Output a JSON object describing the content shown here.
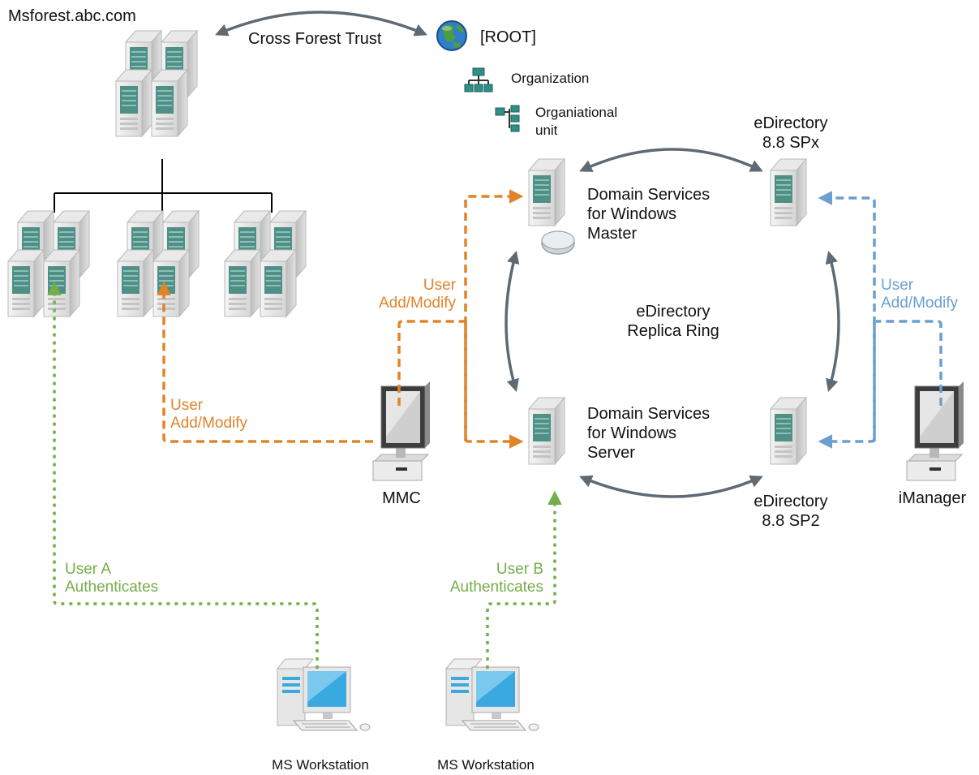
{
  "colors": {
    "orange": "#e0842a",
    "blue": "#6a9fd0",
    "green": "#74ad4a",
    "ring_arrow": "#5f6a72",
    "server_teal": "#4f8f86",
    "workstation_blue": "#3aa9e0"
  },
  "forest": {
    "name": "Msforest.abc.com",
    "trust_label": "Cross Forest Trust"
  },
  "tree": {
    "root_label": "[ROOT]",
    "organization_label": "Organization",
    "ou_label_line1": "Organiational",
    "ou_label_line2": "unit"
  },
  "servers": {
    "master_line1": "Domain Services",
    "master_line2": "for Windows",
    "master_line3": "Master",
    "server_line1": "Domain Services",
    "server_line2": "for Windows",
    "server_line3": "Server",
    "spx_line1": "eDirectory",
    "spx_line2": "8.8 SPx",
    "sp2_line1": "eDirectory",
    "sp2_line2": "8.8 SP2"
  },
  "ring": {
    "line1": "eDirectory",
    "line2": "Replica Ring"
  },
  "clients": {
    "mmc_label": "MMC",
    "imanager_label": "iManager",
    "workstation_a_label": "MS Workstation",
    "workstation_b_label": "MS Workstation"
  },
  "flows": {
    "mmc_user_line1": "User",
    "mmc_user_line2": "Add/Modify",
    "mmc_left_line1": "User",
    "mmc_left_line2": "Add/Modify",
    "imanager_user_line1": "User",
    "imanager_user_line2": "Add/Modify",
    "user_a_line1": "User A",
    "user_a_line2": "Authenticates",
    "user_b_line1": "User B",
    "user_b_line2": "Authenticates"
  }
}
